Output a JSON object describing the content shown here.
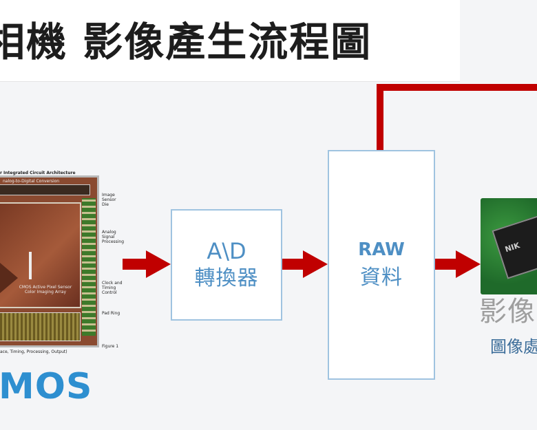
{
  "title": "相機 影像產生流程圖",
  "chip": {
    "header": "r Integrated Circuit Architecture",
    "subheader": "nalog-to-Digital Conversion",
    "label_image_sensor": "Image Sensor Die",
    "label_analog": "Analog Signal Processing",
    "label_clock": "Clock and Timing Control",
    "label_pad_ring": "Pad Ring",
    "center_text": "CMOS Active Pixel Sensor Color Imaging Array",
    "footer": "ace, Timing, Processing, Output)",
    "figure": "Figure 1"
  },
  "cmos_label": "MOS",
  "ad_box": {
    "line1": "A\\D",
    "line2": "轉換器"
  },
  "raw_box": {
    "line1": "RAW",
    "line2": "資料"
  },
  "board_chip_text": "NIK",
  "processor_label": "影像",
  "processor_sub": "圖像處",
  "colors": {
    "connector": "#c00000",
    "box_border": "#9fc3e0",
    "box_text": "#4e8fc4",
    "cmos_text": "#2e8fd0"
  }
}
